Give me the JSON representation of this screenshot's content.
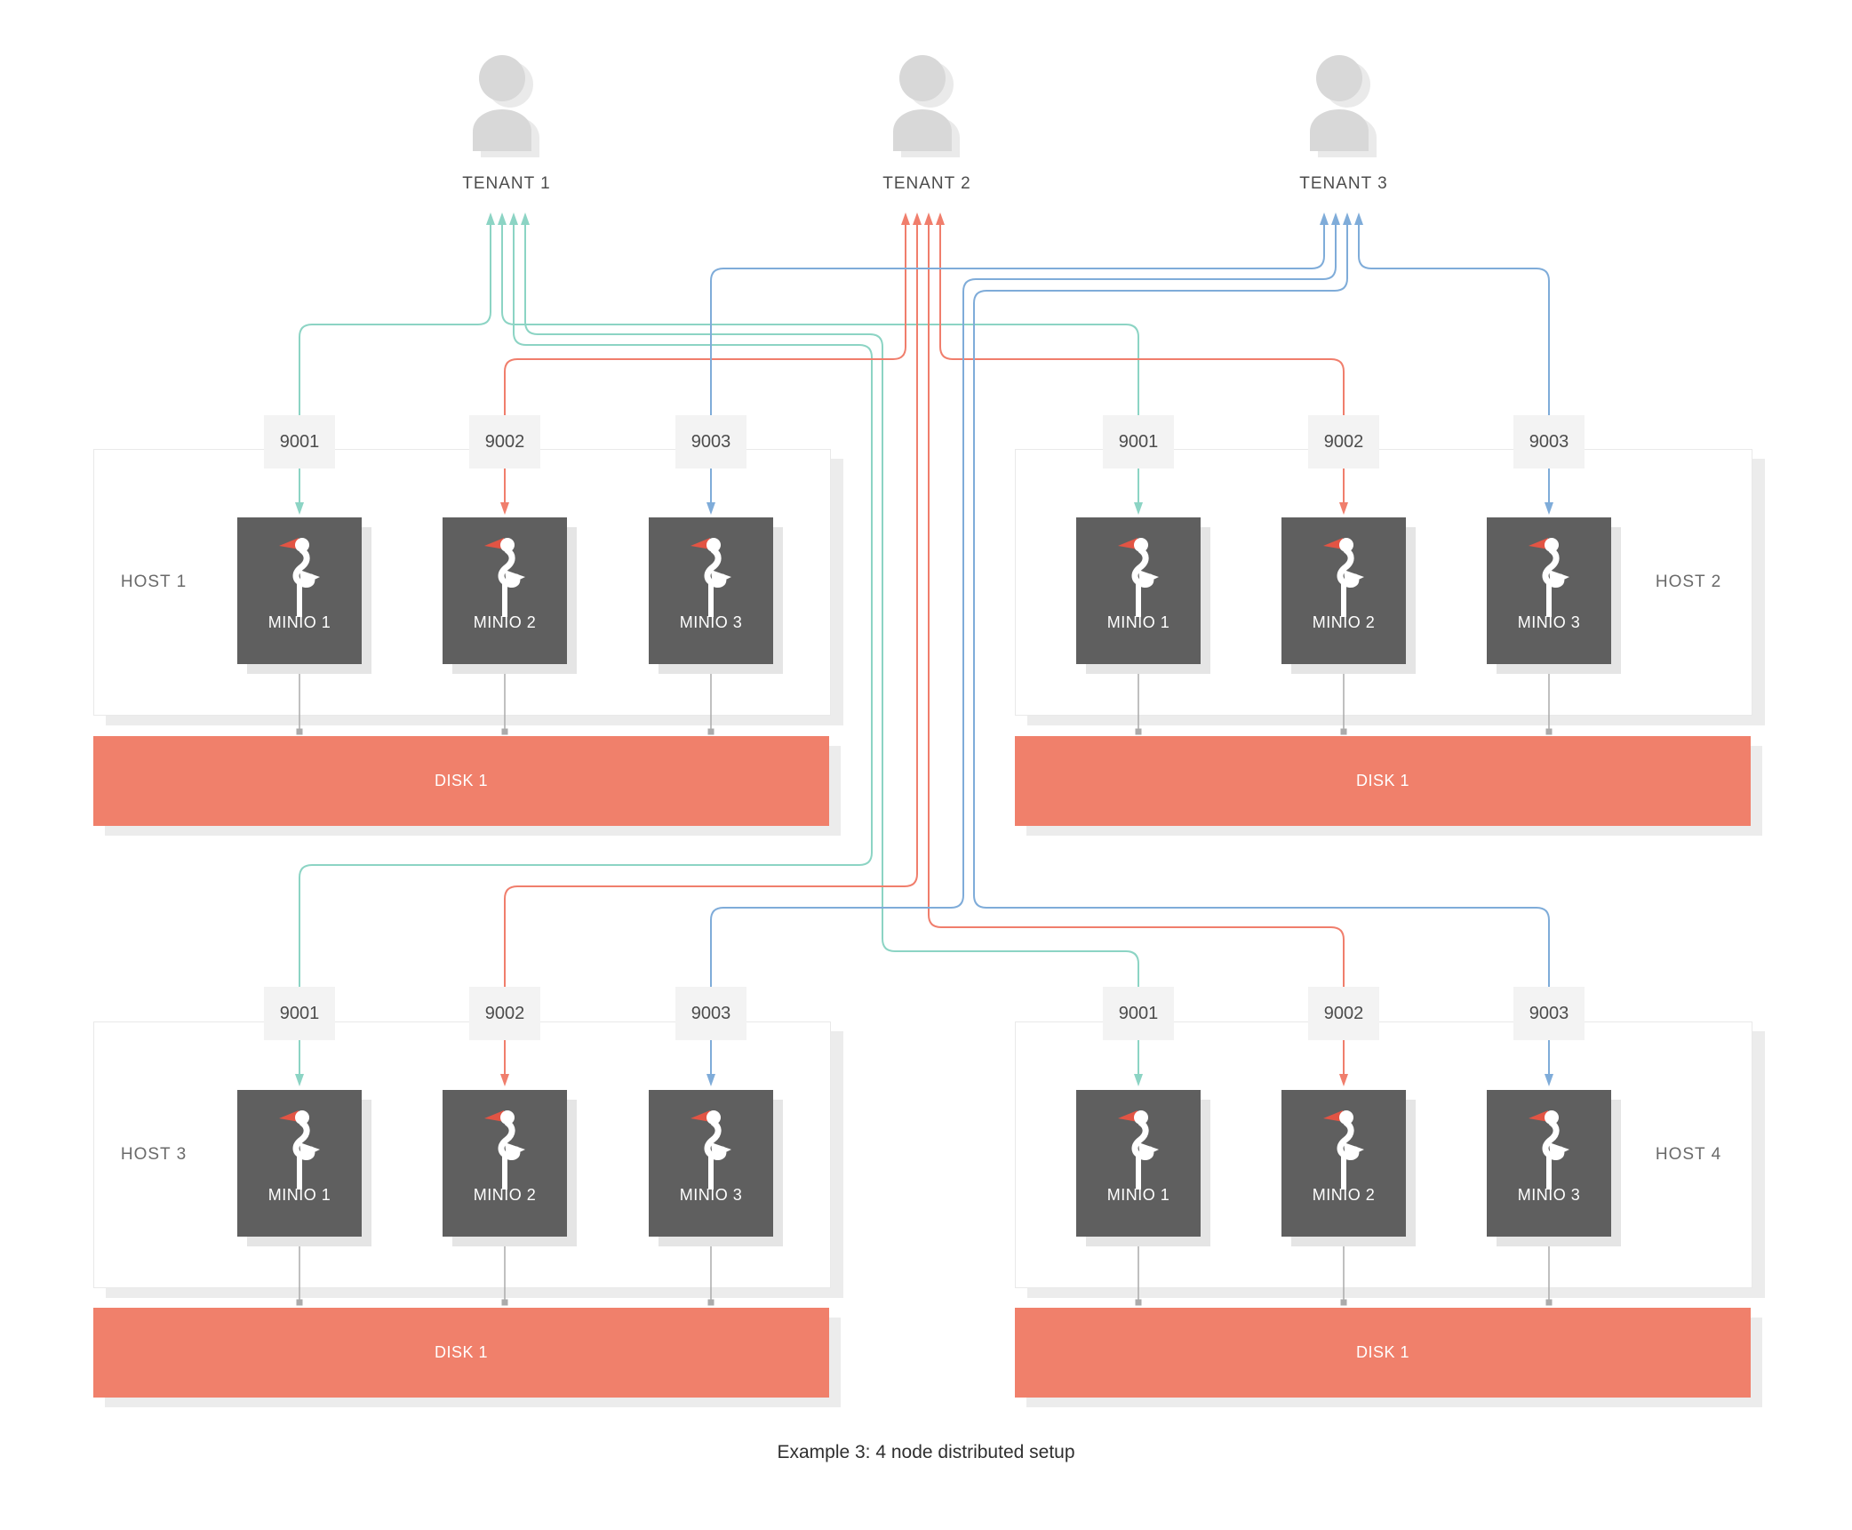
{
  "diagram_title": "Example 3: 4 node distributed setup",
  "colors": {
    "tenant1_line": "#8CD4C4",
    "tenant2_line": "#F07E6C",
    "tenant3_line": "#7FACD9",
    "disk_fill": "#F0806B",
    "minio_box_fill": "#5F5F5F",
    "connector_gray": "#ABABAB",
    "minio_beak_orange": "#E25444"
  },
  "tenants": [
    {
      "label": "TENANT 1"
    },
    {
      "label": "TENANT 2"
    },
    {
      "label": "TENANT 3"
    }
  ],
  "port_labels": [
    "9001",
    "9002",
    "9003"
  ],
  "hosts": [
    {
      "label": "HOST 1",
      "minio_nodes": [
        "MINIO 1",
        "MINIO 2",
        "MINIO 3"
      ],
      "disk_label": "DISK 1"
    },
    {
      "label": "HOST 2",
      "minio_nodes": [
        "MINIO 1",
        "MINIO 2",
        "MINIO 3"
      ],
      "disk_label": "DISK 1"
    },
    {
      "label": "HOST 3",
      "minio_nodes": [
        "MINIO 1",
        "MINIO 2",
        "MINIO 3"
      ],
      "disk_label": "DISK 1"
    },
    {
      "label": "HOST 4",
      "minio_nodes": [
        "MINIO 1",
        "MINIO 2",
        "MINIO 3"
      ],
      "disk_label": "DISK 1"
    }
  ]
}
